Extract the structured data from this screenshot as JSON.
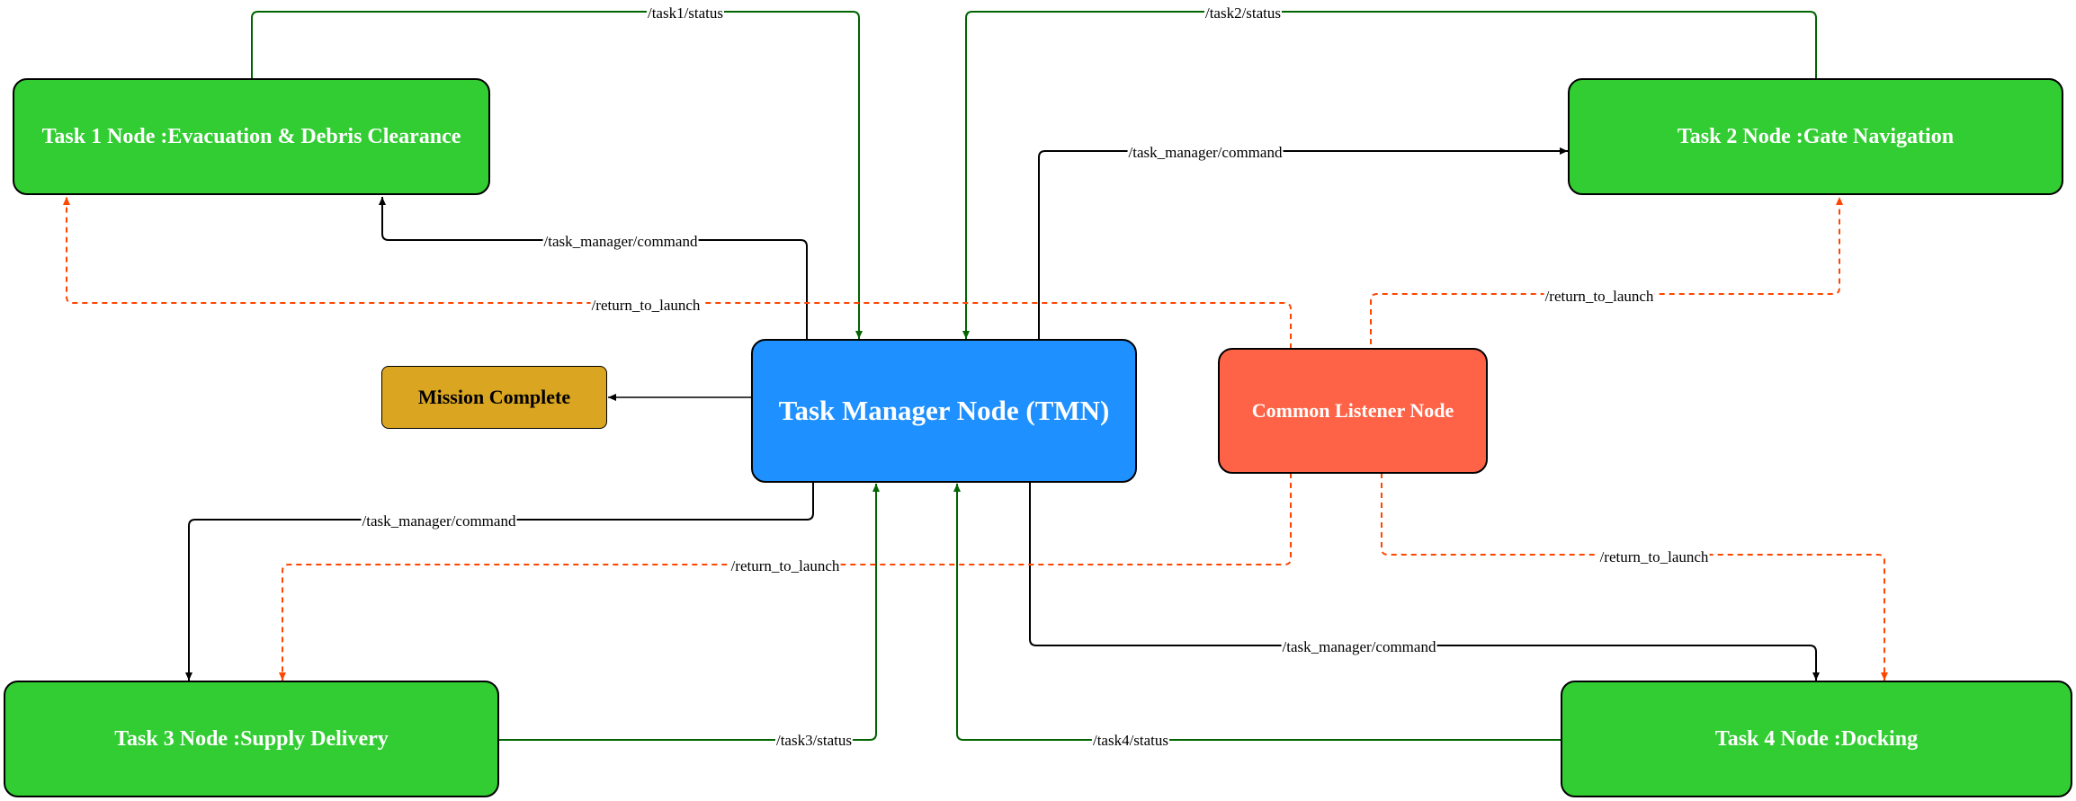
{
  "colors": {
    "task_node": "#32cd32",
    "tmn_node": "#1e90ff",
    "listener_node": "#ff6347",
    "mission_complete_node": "#daa520",
    "status_edge": "#006400",
    "command_edge": "#000000",
    "rtl_edge": "#ff4500"
  },
  "nodes": {
    "task1": "Task 1 Node :Evacuation & Debris Clearance",
    "task2": "Task 2 Node :Gate Navigation",
    "task3": "Task 3 Node :Supply Delivery",
    "task4": "Task 4 Node :Docking",
    "tmn": "Task Manager Node (TMN)",
    "listener": "Common Listener Node",
    "mission_complete": "Mission Complete"
  },
  "edges": {
    "task1_status": "/task1/status",
    "task2_status": "/task2/status",
    "task3_status": "/task3/status",
    "task4_status": "/task4/status",
    "cmd_task1": "/task_manager/command",
    "cmd_task2": "/task_manager/command",
    "cmd_task3": "/task_manager/command",
    "cmd_task4": "/task_manager/command",
    "rtl_task1": "/return_to_launch",
    "rtl_task2": "/return_to_launch",
    "rtl_task3": "/return_to_launch",
    "rtl_task4": "/return_to_launch"
  }
}
